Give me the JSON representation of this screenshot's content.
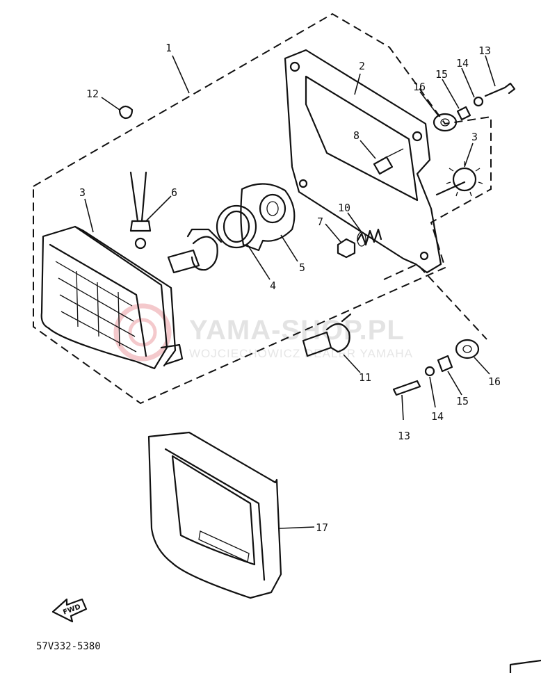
{
  "diagram": {
    "callouts": [
      {
        "id": "c1",
        "text": "1"
      },
      {
        "id": "c2",
        "text": "2"
      },
      {
        "id": "c3a",
        "text": "3"
      },
      {
        "id": "c3b",
        "text": "3"
      },
      {
        "id": "c4",
        "text": "4"
      },
      {
        "id": "c5",
        "text": "5"
      },
      {
        "id": "c6",
        "text": "6"
      },
      {
        "id": "c7",
        "text": "7"
      },
      {
        "id": "c8",
        "text": "8"
      },
      {
        "id": "c10",
        "text": "10"
      },
      {
        "id": "c11",
        "text": "11"
      },
      {
        "id": "c12",
        "text": "12"
      },
      {
        "id": "c13a",
        "text": "13"
      },
      {
        "id": "c13b",
        "text": "13"
      },
      {
        "id": "c14a",
        "text": "14"
      },
      {
        "id": "c14b",
        "text": "14"
      },
      {
        "id": "c15a",
        "text": "15"
      },
      {
        "id": "c15b",
        "text": "15"
      },
      {
        "id": "c16a",
        "text": "16"
      },
      {
        "id": "c16b",
        "text": "16"
      },
      {
        "id": "c17",
        "text": "17"
      }
    ],
    "diagram_code": "57V332-5380",
    "fwd_label": "FWD"
  },
  "watermark": {
    "title": "YAMA-SHOP.PL",
    "subtitle": "WOJCIECHOWICZ DEALER YAMAHA"
  },
  "colors": {
    "ink": "#111111",
    "watermark": "#e3e3e3",
    "watermark_logo": "#f4c9cc"
  }
}
